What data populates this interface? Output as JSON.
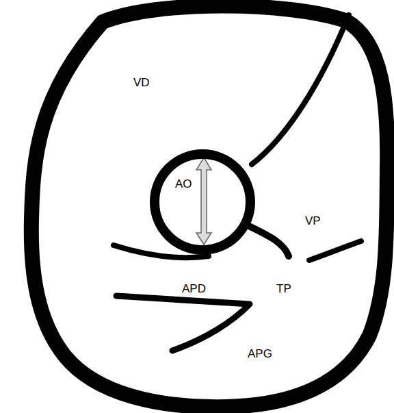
{
  "diagram": {
    "nodes": [
      {
        "text": [
          "AO"
        ]
      }
    ],
    "labels": [
      "VD",
      "VP",
      "APD",
      "TP",
      "APG"
    ]
  }
}
